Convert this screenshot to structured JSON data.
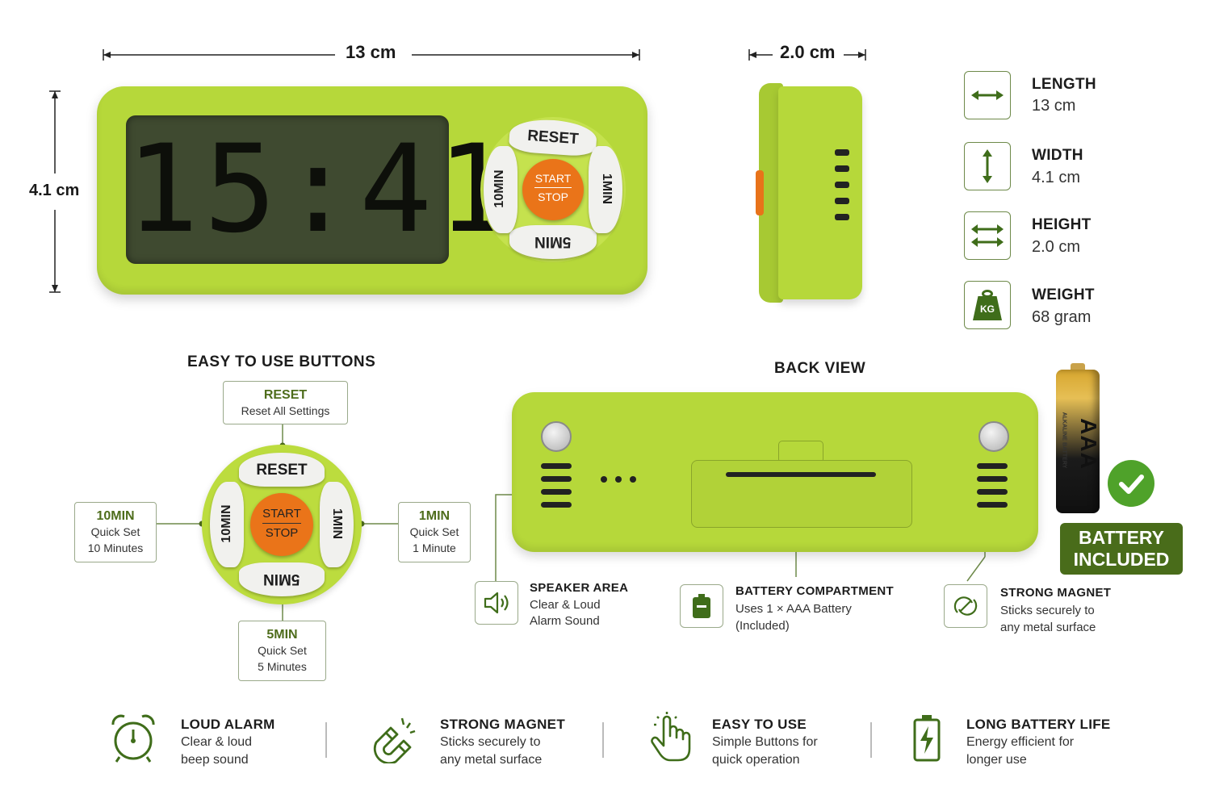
{
  "dimensions": {
    "length": "13 cm",
    "height_label": "4.1 cm",
    "depth": "2.0 cm"
  },
  "display": {
    "time": "15:41"
  },
  "buttons": {
    "reset": "RESET",
    "start": "START",
    "stop": "STOP",
    "ten": "10MIN",
    "one": "1MIN",
    "five": "5MIN"
  },
  "specs": [
    {
      "title": "LENGTH",
      "value": "13 cm",
      "icon": "horizontal-arrow-icon"
    },
    {
      "title": "WIDTH",
      "value": "4.1 cm",
      "icon": "vertical-arrow-icon"
    },
    {
      "title": "HEIGHT",
      "value": "2.0 cm",
      "icon": "double-arrow-icon"
    },
    {
      "title": "WEIGHT",
      "value": "68 gram",
      "icon": "weight-kg-icon",
      "icon_text": "KG"
    }
  ],
  "easy_section": {
    "title": "EASY TO USE BUTTONS",
    "reset": {
      "title": "RESET",
      "desc": "Reset All Settings"
    },
    "ten": {
      "title": "10MIN",
      "line1": "Quick Set",
      "line2": "10 Minutes"
    },
    "one": {
      "title": "1MIN",
      "line1": "Quick Set",
      "line2": "1 Minute"
    },
    "five": {
      "title": "5MIN",
      "line1": "Quick Set",
      "line2": "5 Minutes"
    }
  },
  "back_view": {
    "title": "BACK VIEW",
    "speaker": {
      "title": "SPEAKER AREA",
      "line1": "Clear & Loud",
      "line2": "Alarm Sound"
    },
    "battery_comp": {
      "title": "BATTERY COMPARTMENT",
      "line1": "Uses 1 × AAA Battery",
      "line2": "(Included)"
    },
    "magnet": {
      "title": "STRONG MAGNET",
      "line1": "Sticks securely to",
      "line2": "any metal surface"
    }
  },
  "battery": {
    "label": "AAA",
    "sub": "ALKALINE BATTERY",
    "badge_line1": "BATTERY",
    "badge_line2": "INCLUDED"
  },
  "features": [
    {
      "title": "LOUD ALARM",
      "line1": "Clear & loud",
      "line2": "beep sound",
      "icon": "alarm-clock-icon"
    },
    {
      "title": "STRONG MAGNET",
      "line1": "Sticks securely to",
      "line2": "any metal surface",
      "icon": "magnet-icon"
    },
    {
      "title": "EASY TO USE",
      "line1": "Simple Buttons for",
      "line2": "quick operation",
      "icon": "tap-hand-icon"
    },
    {
      "title": "LONG BATTERY LIFE",
      "line1": "Energy efficient for",
      "line2": "longer use",
      "icon": "battery-icon"
    }
  ],
  "colors": {
    "body": "#b6d83a",
    "accent": "#e8731a",
    "brand_green": "#4e6d1c",
    "lcd": "#3f4a30"
  }
}
